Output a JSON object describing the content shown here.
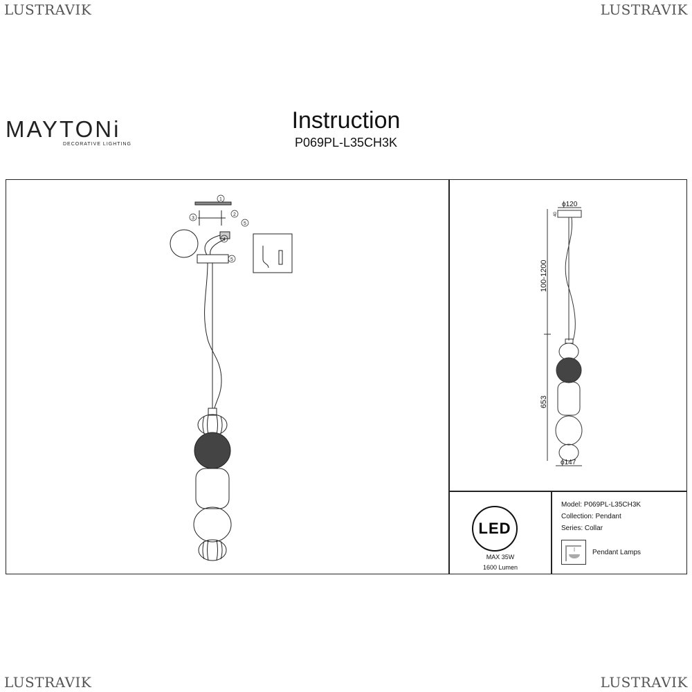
{
  "watermark": "LUSTRAVIK",
  "brand": {
    "name": "MAYTONi",
    "tagline": "DECORATIVE LIGHTING"
  },
  "header": {
    "title": "Instruction",
    "model": "P069PL-L35CH3K"
  },
  "assembly": {
    "steps": [
      "1",
      "2",
      "3",
      "4",
      "5",
      "5"
    ]
  },
  "dimensions": {
    "canopy_diameter": "ϕ120",
    "canopy_height": "40",
    "cord_length": "100-1200",
    "body_height": "653",
    "body_diameter": "ϕ147"
  },
  "led": {
    "badge": "LED",
    "power": "MAX 35W",
    "lumen": "1600 Lumen"
  },
  "specs": {
    "model": "Model: P069PL-L35CH3K",
    "collection": "Collection: Pendant",
    "series": "Series: Collar",
    "type": "Pendant Lamps"
  }
}
